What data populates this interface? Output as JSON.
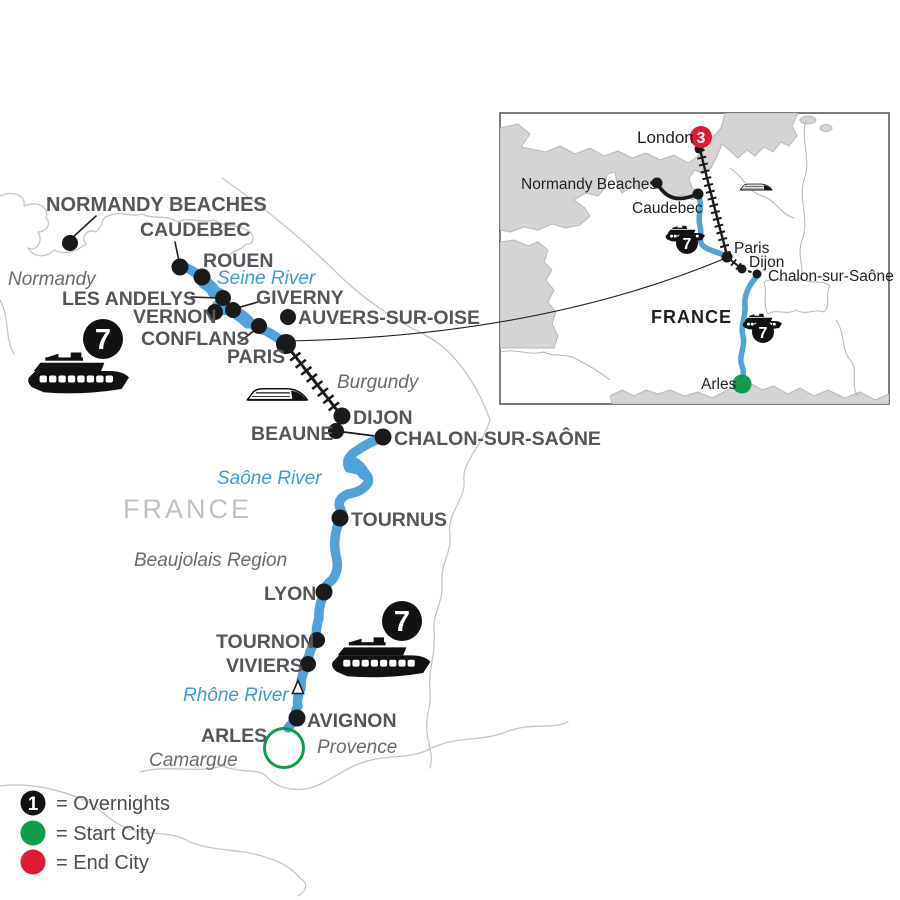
{
  "main_map": {
    "country_label": "FRANCE",
    "cities": {
      "normandy_beaches": "NORMANDY BEACHES",
      "caudebec": "CAUDEBEC",
      "rouen": "ROUEN",
      "les_andelys": "LES ANDELYS",
      "giverny": "GIVERNY",
      "vernon": "VERNON",
      "conflans": "CONFLANS",
      "auvers_sur_oise": "AUVERS-SUR-OISE",
      "paris": "PARIS",
      "dijon": "DIJON",
      "beaune": "BEAUNE",
      "chalon": "CHALON-SUR-SAÔNE",
      "tournus": "TOURNUS",
      "lyon": "LYON",
      "tournon": "TOURNON",
      "viviers": "VIVIERS",
      "avignon": "AVIGNON",
      "arles": "ARLES"
    },
    "rivers": {
      "seine": "Seine River",
      "saone": "Saône River",
      "rhone": "Rhône River"
    },
    "regions": {
      "normandy": "Normandy",
      "burgundy": "Burgundy",
      "beaujolais": "Beaujolais Region",
      "provence": "Provence",
      "camargue": "Camargue"
    },
    "seine_cruise_nights": "7",
    "rhone_cruise_nights": "7"
  },
  "inset_map": {
    "country_label": "FRANCE",
    "cities": {
      "london": "London",
      "normandy_beaches": "Normandy Beaches",
      "caudebec": "Caudebec",
      "paris": "Paris",
      "dijon": "Dijon",
      "chalon": "Chalon-sur-Saône",
      "arles": "Arles"
    },
    "london_nights": "3",
    "seine_cruise_nights": "7",
    "rhone_cruise_nights": "7"
  },
  "legend": {
    "overnights_symbol": "1",
    "overnights_label": "= Overnights",
    "start_label": "= Start City",
    "end_label": "= End City"
  },
  "colors": {
    "river_blue": "#4fa3da",
    "start_green": "#0e9c4d",
    "end_red": "#e31837",
    "sea_gray": "#d4d4d5",
    "route_black": "#1a1a1a"
  }
}
